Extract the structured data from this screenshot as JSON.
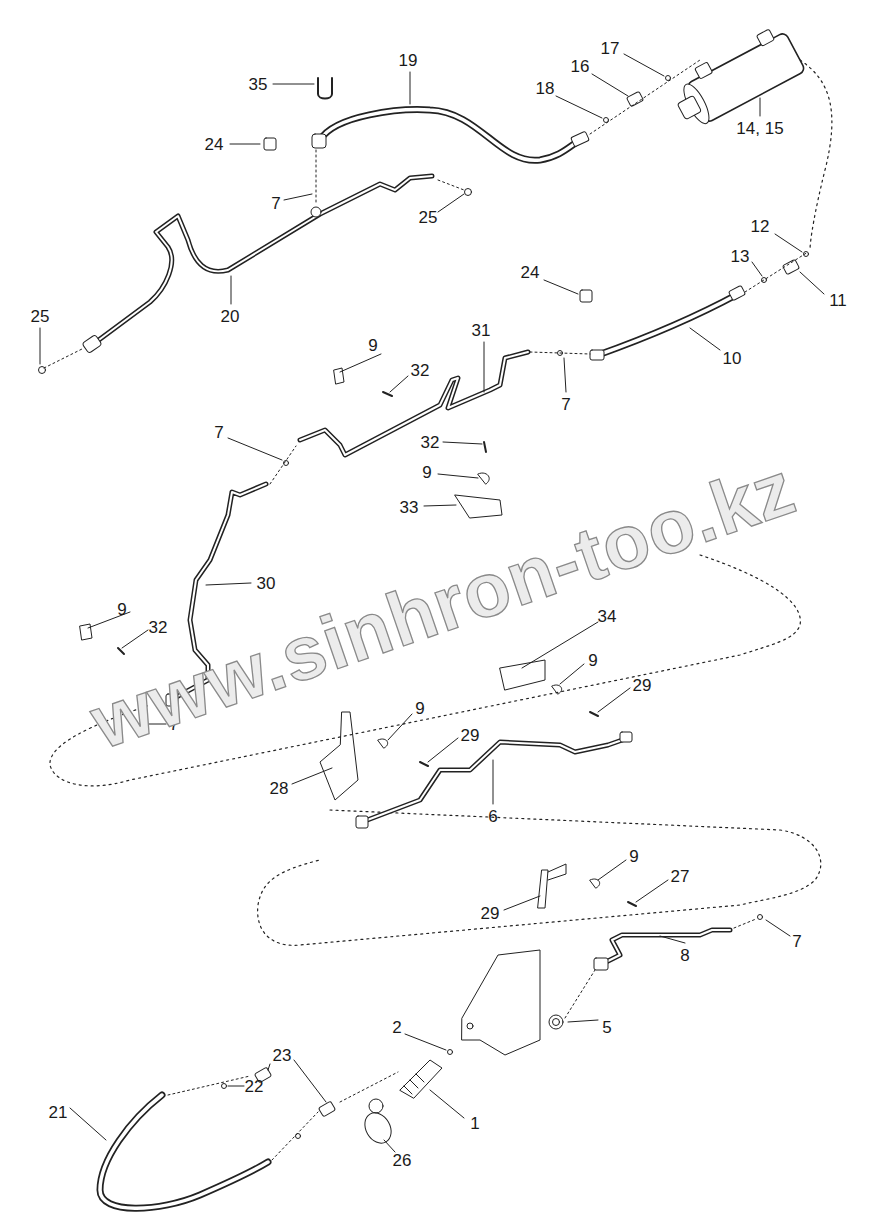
{
  "diagram": {
    "labels": [
      "35",
      "19",
      "24",
      "17",
      "16",
      "18",
      "14, 15",
      "7",
      "25",
      "20",
      "25",
      "12",
      "13",
      "11",
      "24",
      "10",
      "31",
      "9",
      "32",
      "7",
      "7",
      "32",
      "9",
      "33",
      "30",
      "9",
      "32",
      "7",
      "34",
      "9",
      "29",
      "9",
      "29",
      "28",
      "6",
      "9",
      "27",
      "29",
      "8",
      "7",
      "2",
      "5",
      "23",
      "22",
      "21",
      "1",
      "26",
      "www.sinhron-too.kz"
    ]
  }
}
